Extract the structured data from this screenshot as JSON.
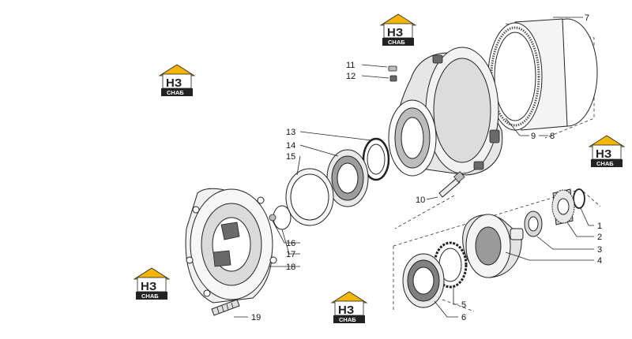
{
  "callouts": [
    {
      "id": "c1",
      "label": "1"
    },
    {
      "id": "c2",
      "label": "2"
    },
    {
      "id": "c3",
      "label": "3"
    },
    {
      "id": "c4",
      "label": "4"
    },
    {
      "id": "c5",
      "label": "5"
    },
    {
      "id": "c6",
      "label": "6"
    },
    {
      "id": "c7",
      "label": "7"
    },
    {
      "id": "c8",
      "label": "8"
    },
    {
      "id": "c9",
      "label": "9"
    },
    {
      "id": "c10",
      "label": "10"
    },
    {
      "id": "c11",
      "label": "11"
    },
    {
      "id": "c12",
      "label": "12"
    },
    {
      "id": "c13",
      "label": "13"
    },
    {
      "id": "c14",
      "label": "14"
    },
    {
      "id": "c15",
      "label": "15"
    },
    {
      "id": "c16",
      "label": "16"
    },
    {
      "id": "c17",
      "label": "17"
    },
    {
      "id": "c18",
      "label": "18"
    },
    {
      "id": "c19",
      "label": "19"
    }
  ],
  "watermark": {
    "top": "НЗ",
    "bottom": "СНАБ",
    "accent": "#f2b705",
    "dark": "#222222"
  }
}
